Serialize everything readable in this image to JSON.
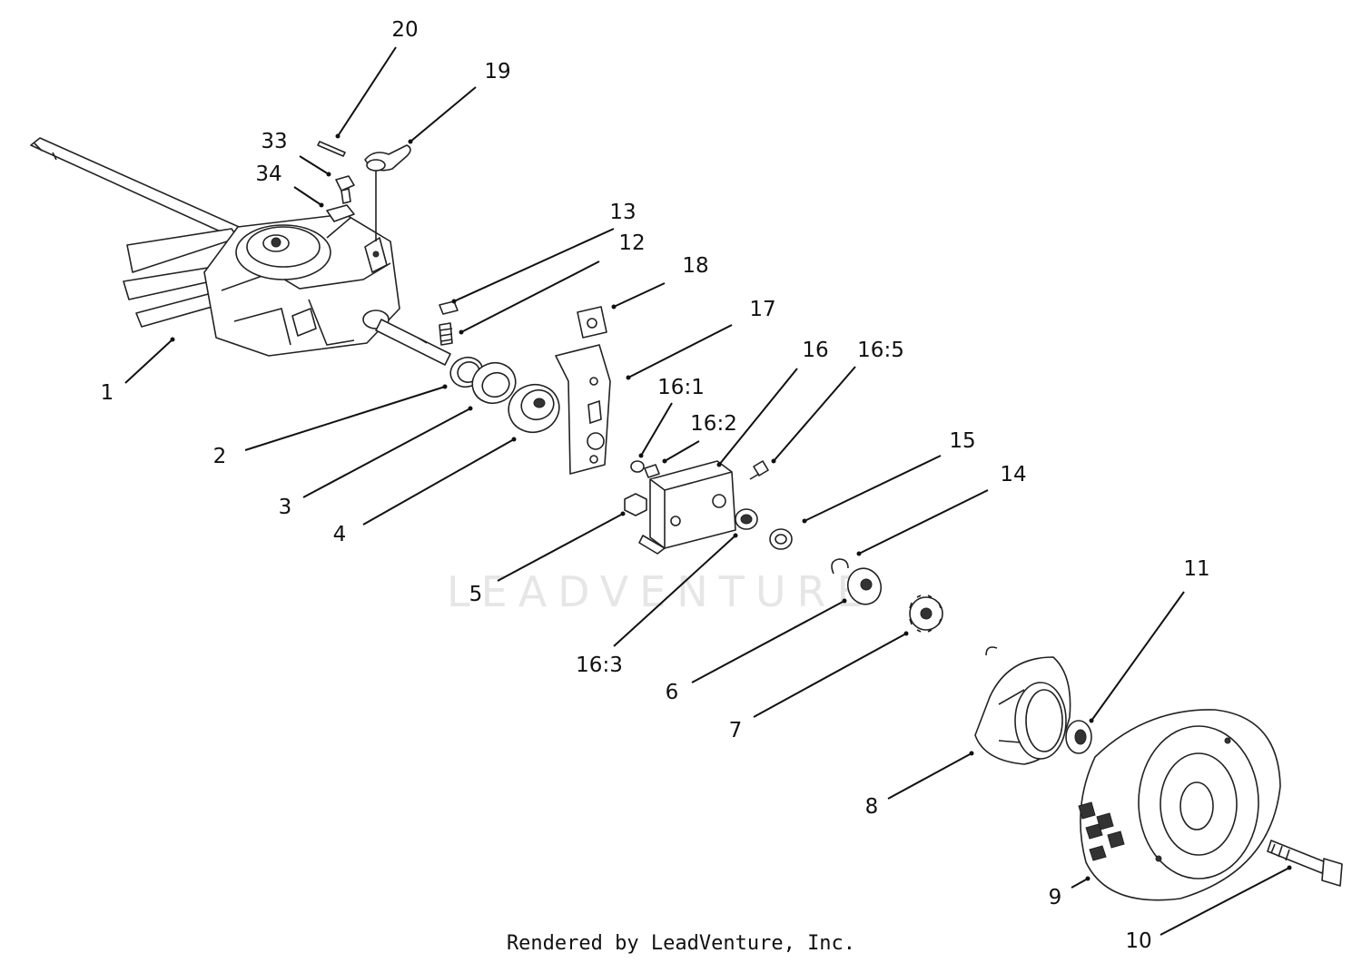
{
  "diagram": {
    "watermark": "LEADVENTURE",
    "footer": "Rendered by LeadVenture, Inc.",
    "callouts": [
      {
        "id": "20",
        "label": "20"
      },
      {
        "id": "19",
        "label": "19"
      },
      {
        "id": "33",
        "label": "33"
      },
      {
        "id": "34",
        "label": "34"
      },
      {
        "id": "13",
        "label": "13"
      },
      {
        "id": "12",
        "label": "12"
      },
      {
        "id": "18",
        "label": "18"
      },
      {
        "id": "17",
        "label": "17"
      },
      {
        "id": "16",
        "label": "16"
      },
      {
        "id": "16-5",
        "label": "16:5"
      },
      {
        "id": "16-1",
        "label": "16:1"
      },
      {
        "id": "16-2",
        "label": "16:2"
      },
      {
        "id": "1",
        "label": "1"
      },
      {
        "id": "2",
        "label": "2"
      },
      {
        "id": "3",
        "label": "3"
      },
      {
        "id": "4",
        "label": "4"
      },
      {
        "id": "15",
        "label": "15"
      },
      {
        "id": "14",
        "label": "14"
      },
      {
        "id": "5",
        "label": "5"
      },
      {
        "id": "16-3",
        "label": "16:3"
      },
      {
        "id": "11",
        "label": "11"
      },
      {
        "id": "6",
        "label": "6"
      },
      {
        "id": "7",
        "label": "7"
      },
      {
        "id": "8",
        "label": "8"
      },
      {
        "id": "9",
        "label": "9"
      },
      {
        "id": "10",
        "label": "10"
      }
    ]
  }
}
